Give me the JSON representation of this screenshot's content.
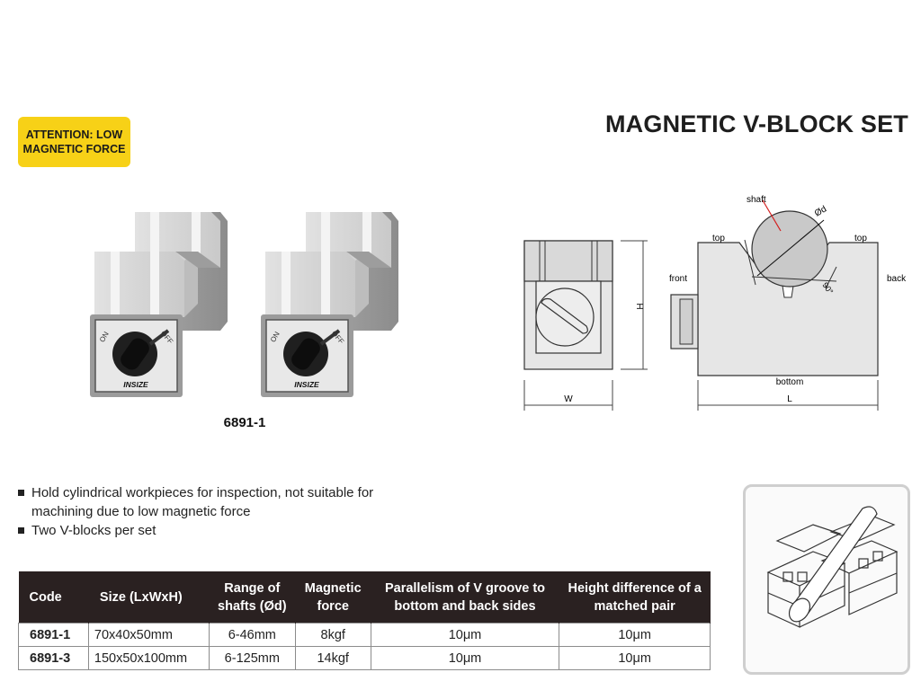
{
  "attention": {
    "line1": "ATTENTION: LOW",
    "line2": "MAGNETIC FORCE"
  },
  "title": "MAGNETIC V-BLOCK SET",
  "photo": {
    "brand": "INSIZE",
    "on_label": "ON",
    "off_label": "OFF",
    "model": "6891-1"
  },
  "drawing": {
    "shaft": "shaft",
    "diameter": "Ød",
    "top_left": "top",
    "top_right": "top",
    "front": "front",
    "back": "back",
    "bottom": "bottom",
    "angle": "90°",
    "width": "W",
    "height": "H",
    "length": "L"
  },
  "features": [
    "Hold cylindrical workpieces for inspection, not suitable for machining due to low magnetic force",
    "Two V-blocks per set"
  ],
  "table": {
    "headers": [
      "Code",
      "Size (LxWxH)",
      "Range of shafts (Ød)",
      "Magnetic force",
      "Parallelism of V groove to bottom and back sides",
      "Height difference of a matched pair"
    ],
    "rows": [
      [
        "6891-1",
        "70x40x50mm",
        "6-46mm",
        "8kgf",
        "10μm",
        "10μm"
      ],
      [
        "6891-3",
        "150x50x100mm",
        "6-125mm",
        "14kgf",
        "10μm",
        "10μm"
      ]
    ]
  }
}
